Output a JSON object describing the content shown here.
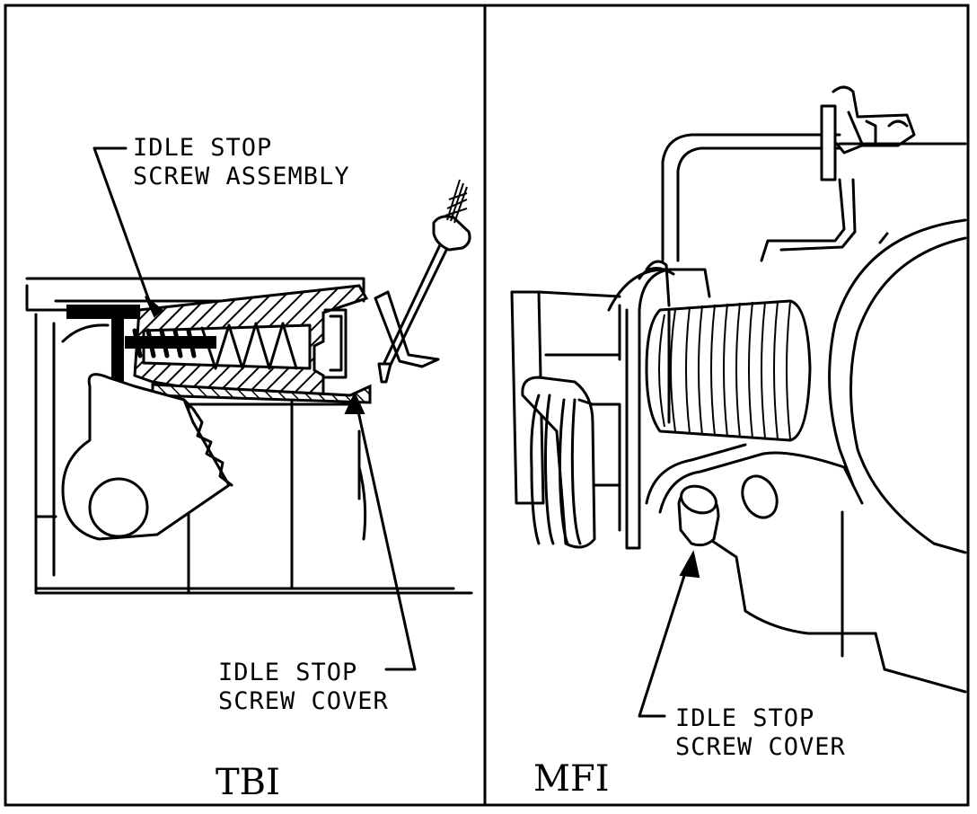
{
  "diagram": {
    "left_panel": {
      "caption": "TBI",
      "label_assembly_line1": "IDLE STOP",
      "label_assembly_line2": "SCREW ASSEMBLY",
      "label_cover_line1": "IDLE STOP",
      "label_cover_line2": "SCREW COVER"
    },
    "right_panel": {
      "caption": "MFI",
      "label_cover_line1": "IDLE STOP",
      "label_cover_line2": "SCREW COVER"
    }
  }
}
